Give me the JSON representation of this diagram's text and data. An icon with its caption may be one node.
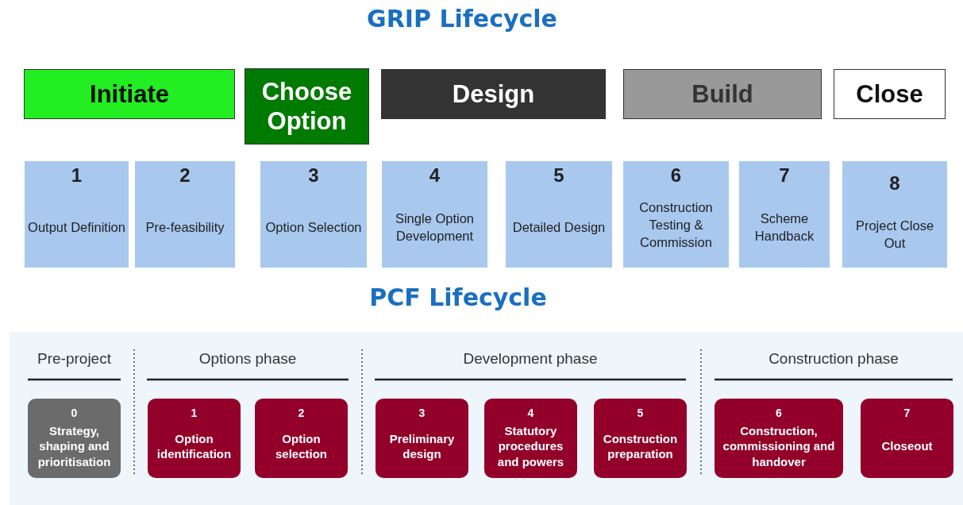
{
  "diagram": {
    "title": "GRIP Lifecycle",
    "nodes": [
      {
        "text": [
          "Initiate"
        ]
      },
      {
        "text": [
          "Choose Option"
        ]
      },
      {
        "text": [
          "Design"
        ]
      },
      {
        "text": [
          "Build"
        ]
      },
      {
        "text": [
          "Close"
        ]
      },
      {
        "text": [
          "1",
          "Output Definition"
        ]
      },
      {
        "text": [
          "2",
          "Pre-feasibility"
        ]
      },
      {
        "text": [
          "3",
          "Option Selection"
        ]
      },
      {
        "text": [
          "4",
          "Single Option Development"
        ]
      },
      {
        "text": [
          "5",
          "Detailed Design"
        ]
      },
      {
        "text": [
          "6",
          "Construction Testing & Commission"
        ]
      },
      {
        "text": [
          "7",
          "Scheme Handback"
        ]
      },
      {
        "text": [
          "8",
          "Project Close Out"
        ]
      },
      {
        "text": [
          "0",
          "Strategy, shaping and prioritisation"
        ]
      },
      {
        "text": [
          "1",
          "Option identification"
        ]
      },
      {
        "text": [
          "2",
          "Option selection"
        ]
      },
      {
        "text": [
          "3",
          "Preliminary design"
        ]
      },
      {
        "text": [
          "4",
          "Statutory procedures and powers"
        ]
      },
      {
        "text": [
          "5",
          "Construction preparation"
        ]
      },
      {
        "text": [
          "6",
          "Construction, commissioning and handover"
        ]
      },
      {
        "text": [
          "7",
          "Closeout"
        ]
      }
    ],
    "labels": [
      "PCF Lifecycle",
      "Pre-project",
      "Options phase",
      "Development phase",
      "Construction phase"
    ]
  }
}
